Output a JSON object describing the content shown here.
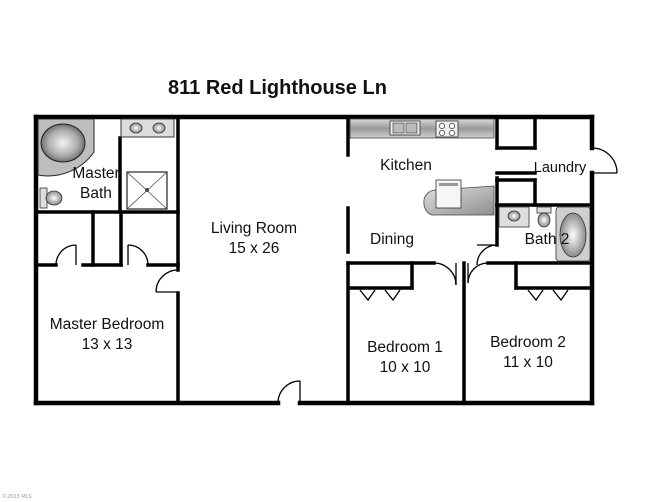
{
  "title": "811 Red Lighthouse Ln",
  "rooms": {
    "master_bath": {
      "line1": "Master",
      "line2": "Bath"
    },
    "living_room": {
      "name": "Living Room",
      "size": "15 x 26"
    },
    "kitchen": {
      "name": "Kitchen"
    },
    "laundry": {
      "name": "Laundry"
    },
    "dining": {
      "name": "Dining"
    },
    "bath_2": {
      "name": "Bath 2"
    },
    "master_bedroom": {
      "name": "Master Bedroom",
      "size": "13 x 13"
    },
    "bedroom_1": {
      "name": "Bedroom 1",
      "size": "10 x 10"
    },
    "bedroom_2": {
      "name": "Bedroom 2",
      "size": "11 x 10"
    }
  },
  "watermark": "©2023 MLS"
}
